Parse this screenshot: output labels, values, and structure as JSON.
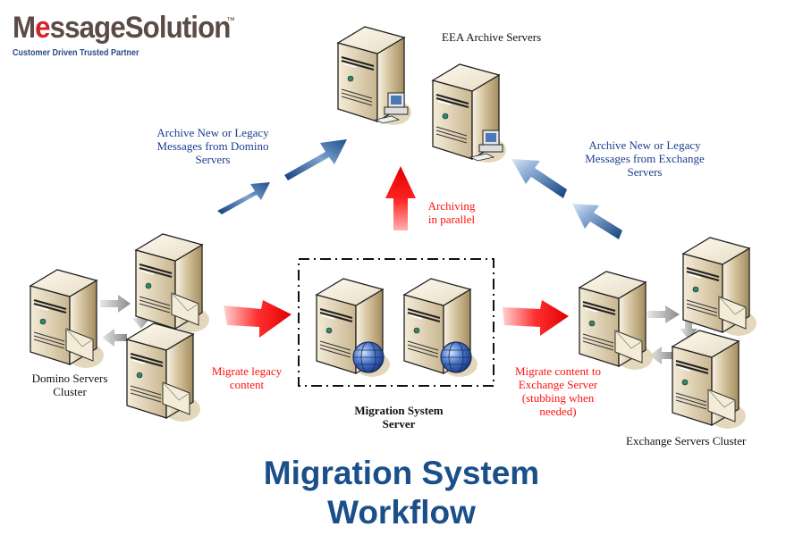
{
  "logo": {
    "brand_first": "M",
    "brand_accent": "e",
    "brand_rest": "ssageSolution",
    "trademark": "™",
    "tagline": "Customer Driven  Trusted Partner",
    "colors": {
      "text": "#5a4b47",
      "accent": "#d2232a",
      "tagline": "#2a4a86"
    }
  },
  "nodes": {
    "archive_servers": {
      "label": "EEA Archive Servers",
      "count": 2,
      "icon": "server-with-workstation-icon"
    },
    "domino_cluster": {
      "label_line1": "Domino  Servers",
      "label_line2": "Cluster",
      "count": 3,
      "icon": "server-with-mail-icon"
    },
    "migration_server": {
      "label_line1": "Migration System",
      "label_line2": "Server",
      "count": 2,
      "icon": "server-with-globe-icon"
    },
    "exchange_cluster": {
      "label": "Exchange Servers Cluster",
      "count": 3,
      "icon": "server-with-mail-icon"
    }
  },
  "flows": {
    "domino_to_archive": {
      "line1": "Archive New or Legacy",
      "line2": "Messages from Domino",
      "line3": "Servers",
      "color": "#1a3f8f"
    },
    "exchange_to_archive": {
      "line1": "Archive New or Legacy",
      "line2": "Messages from Exchange",
      "line3": "Servers",
      "color": "#1a3f8f"
    },
    "migration_to_archive": {
      "line1": "Archiving",
      "line2": "in parallel",
      "color": "#ff1010"
    },
    "domino_to_migration": {
      "line1": "Migrate legacy",
      "line2": "content",
      "color": "#ff1010"
    },
    "migration_to_exchange": {
      "line1": "Migrate content to",
      "line2": "Exchange Server",
      "line3": "(stubbing when",
      "line4": "needed)",
      "color": "#ff1010"
    }
  },
  "title": {
    "line1": "Migration System",
    "line2": "Workflow",
    "color": "#1b4f8a"
  }
}
